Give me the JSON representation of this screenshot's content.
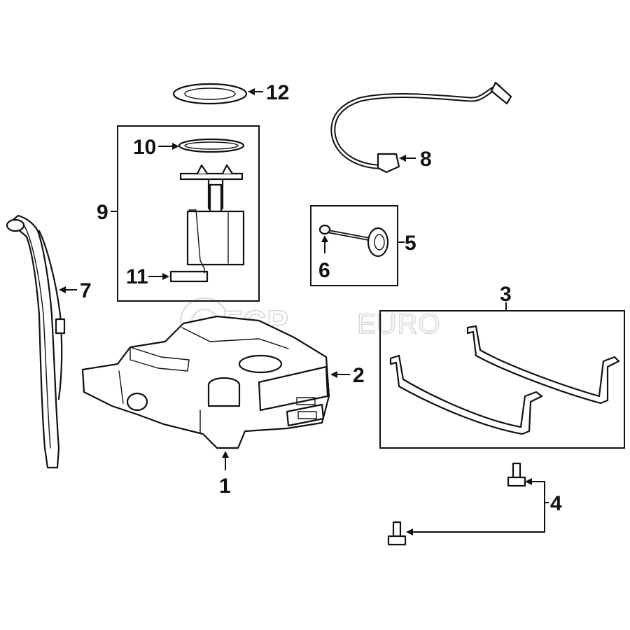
{
  "diagram": {
    "callouts": {
      "c1": "1",
      "c2": "2",
      "c3": "3",
      "c4": "4",
      "c5": "5",
      "c6": "6",
      "c7": "7",
      "c8": "8",
      "c9": "9",
      "c10": "10",
      "c11": "11",
      "c12": "12"
    },
    "watermark": {
      "brand_a": "FCP",
      "brand_b": "EURO"
    },
    "colors": {
      "line": "#111111",
      "background": "#ffffff",
      "watermark": "#d8d8d8"
    }
  }
}
